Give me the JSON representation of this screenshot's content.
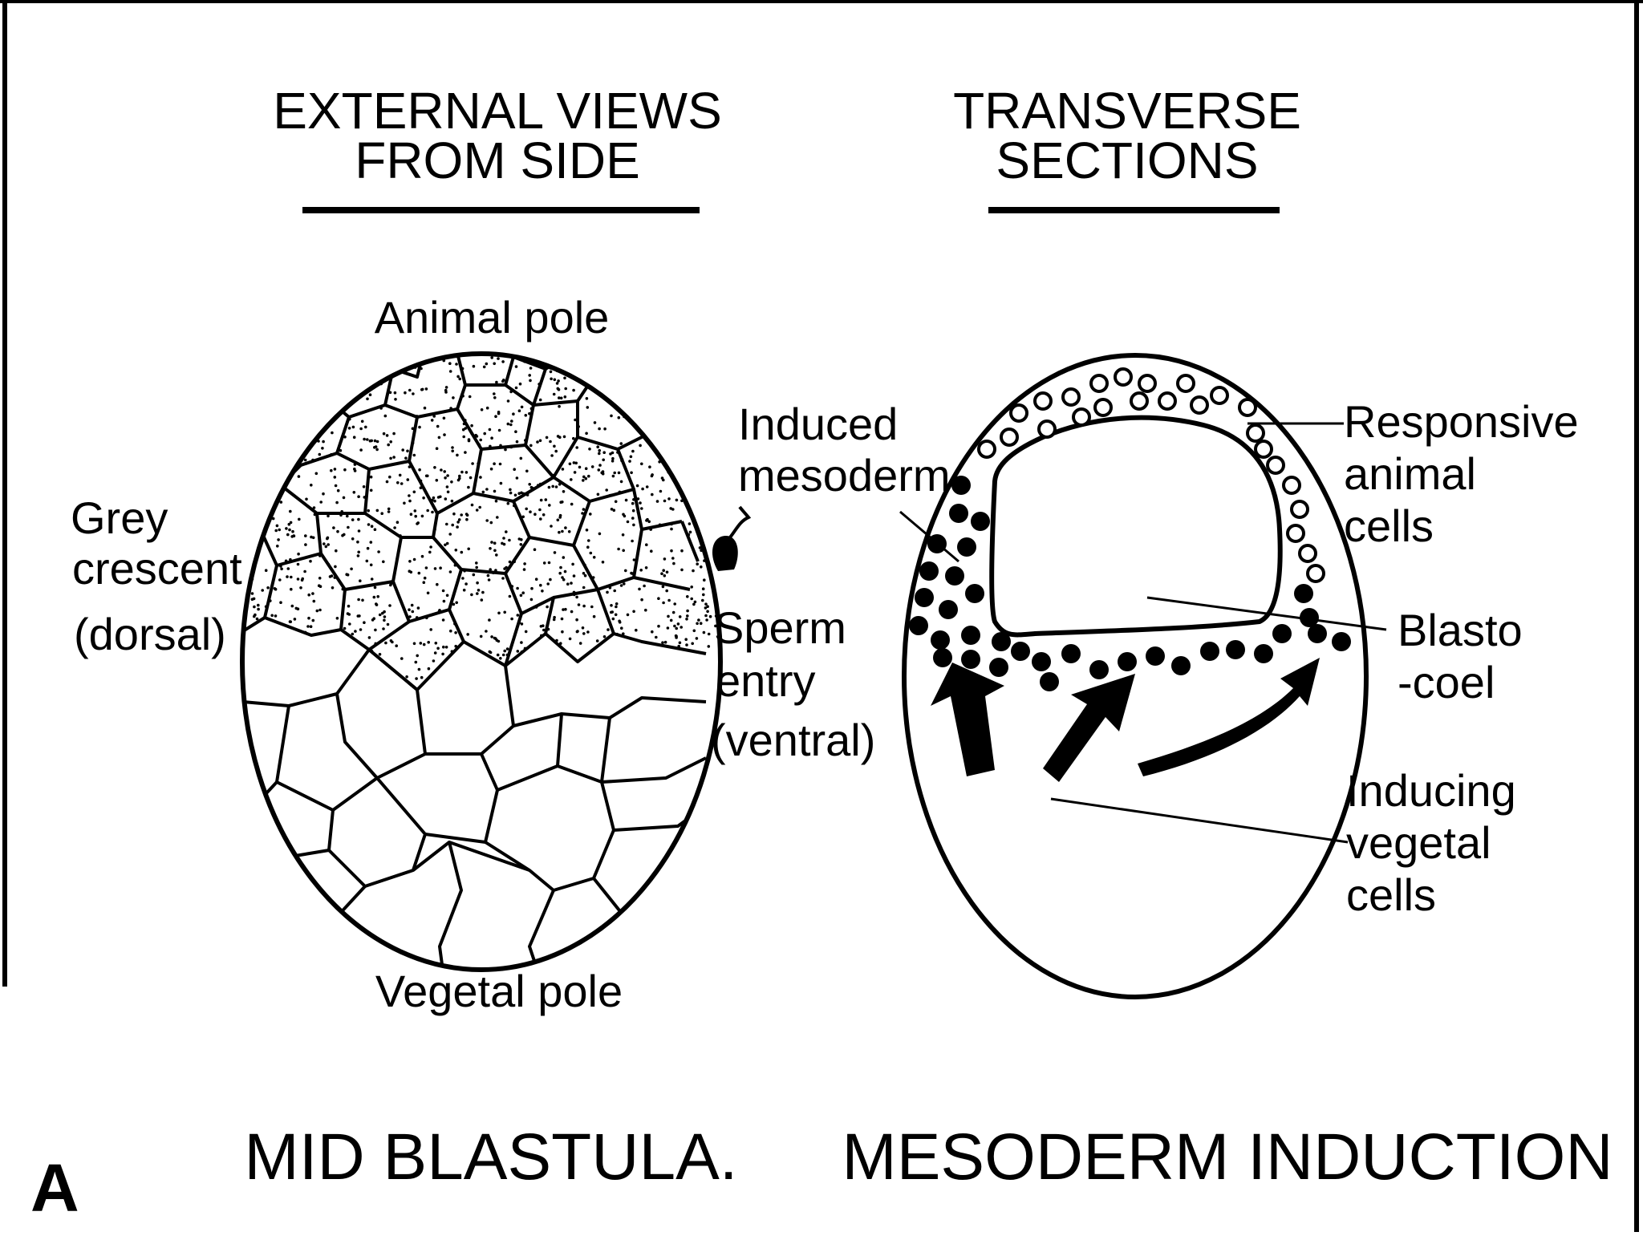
{
  "headings": {
    "external_views": [
      "EXTERNAL VIEWS",
      "FROM SIDE"
    ],
    "transverse_sections": [
      "TRANSVERSE",
      "SECTIONS"
    ]
  },
  "external_view": {
    "animal_pole": "Animal pole",
    "vegetal_pole": "Vegetal pole",
    "grey_crescent": [
      "Grey",
      "crescent",
      "(dorsal)"
    ],
    "sperm_entry": [
      "Sperm",
      "entry",
      "(ventral)"
    ]
  },
  "section": {
    "induced_mesoderm": [
      "Induced",
      "mesoderm"
    ],
    "responsive_animal_cells": [
      "Responsive",
      "animal",
      "cells"
    ],
    "blastocoel": [
      "Blasto",
      "-coel"
    ],
    "inducing_vegetal_cells": [
      "Inducing",
      "vegetal",
      "cells"
    ]
  },
  "captions": {
    "stage": "MID BLASTULA.",
    "process": "MESODERM INDUCTION",
    "panel_letter": "A"
  }
}
